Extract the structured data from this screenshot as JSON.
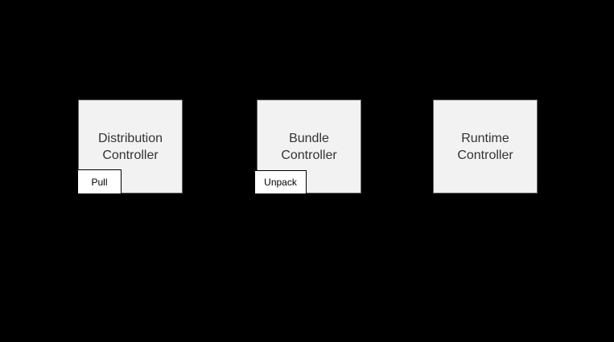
{
  "diagram": {
    "nodes": [
      {
        "label": "Distribution\nController",
        "badge": "Pull"
      },
      {
        "label": "Bundle\nController",
        "badge": "Unpack"
      },
      {
        "label": "Runtime\nController"
      }
    ]
  },
  "colors": {
    "background": "#000000",
    "node_fill": "#f2f2f2",
    "node_border": "#666666",
    "node_text": "#333333",
    "badge_fill": "#ffffff",
    "badge_border": "#000000",
    "badge_text": "#000000"
  }
}
